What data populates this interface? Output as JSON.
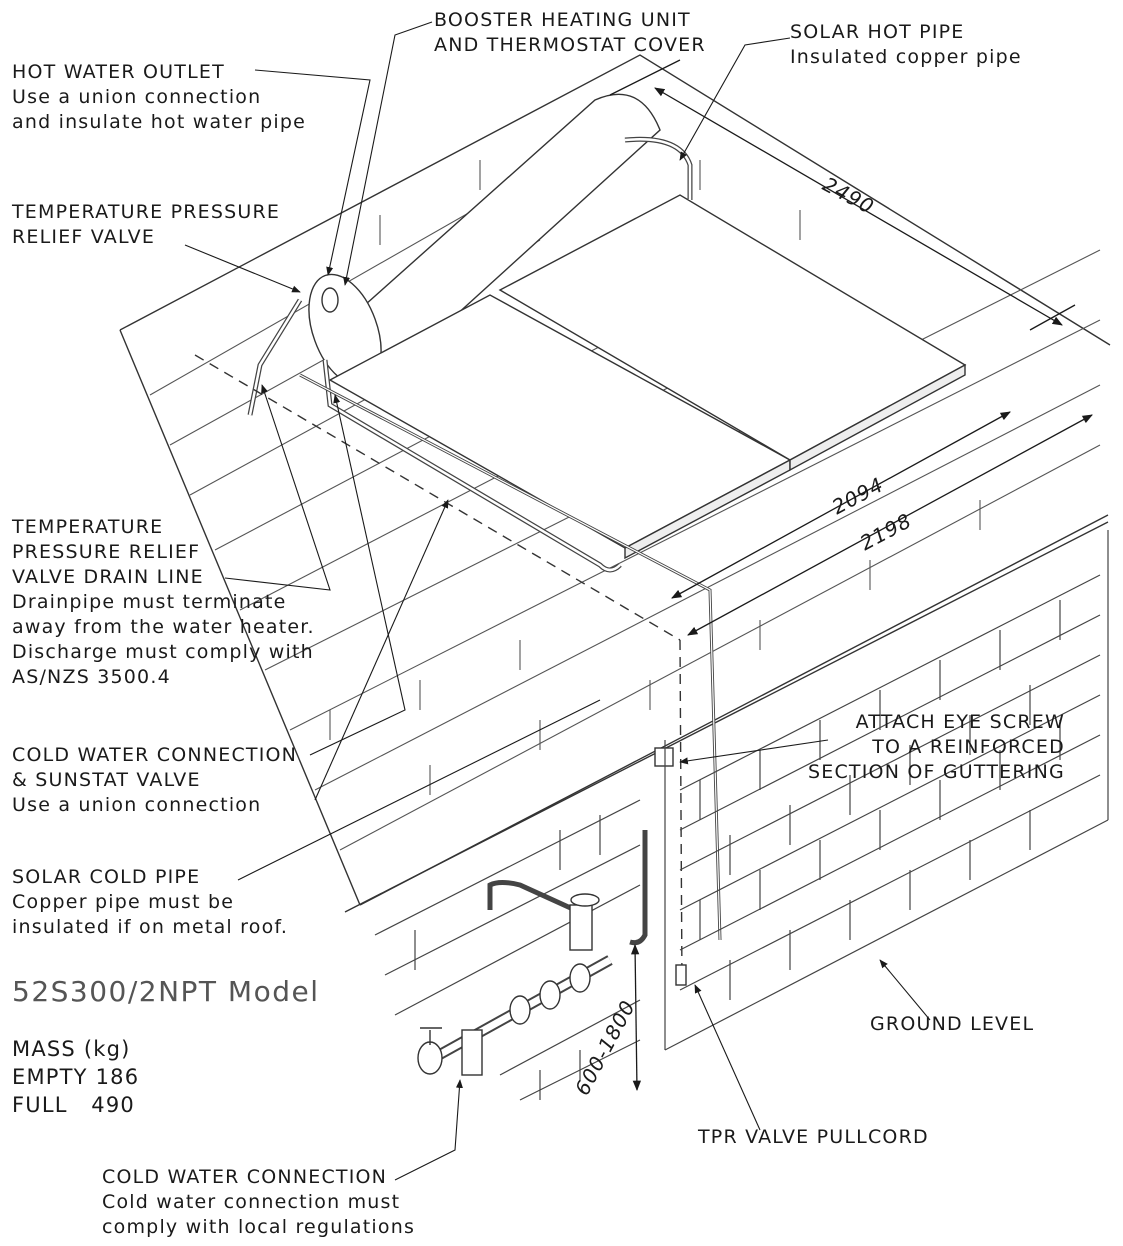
{
  "labels": {
    "booster": [
      "BOOSTER HEATING UNIT",
      "AND THERMOSTAT COVER"
    ],
    "solar_hot_pipe": [
      "SOLAR HOT PIPE",
      "Insulated copper pipe"
    ],
    "hot_water_outlet": [
      "HOT WATER OUTLET",
      "Use a union connection",
      "and insulate hot water pipe"
    ],
    "tpr_valve": [
      "TEMPERATURE PRESSURE",
      "RELIEF VALVE"
    ],
    "tpr_drain": [
      "TEMPERATURE",
      "PRESSURE RELIEF",
      "VALVE DRAIN LINE",
      "Drainpipe must terminate",
      "away from the water heater.",
      "Discharge must comply with",
      "AS/NZS 3500.4"
    ],
    "cold_sunstat": [
      "COLD WATER CONNECTION",
      "& SUNSTAT VALVE",
      "Use a union connection"
    ],
    "solar_cold_pipe": [
      "SOLAR COLD PIPE",
      "Copper pipe must be",
      "insulated if on metal roof."
    ],
    "eye_screw": [
      "ATTACH EYE SCREW",
      "TO A REINFORCED",
      "SECTION OF GUTTERING"
    ],
    "ground_level": "GROUND LEVEL",
    "tpr_pullcord": "TPR VALVE PULLCORD",
    "cold_connection": [
      "COLD WATER CONNECTION",
      "Cold water connection must",
      "comply with local regulations"
    ]
  },
  "model": "52S300/2NPT Model",
  "mass": {
    "heading": "MASS (kg)",
    "empty": "EMPTY 186",
    "full": "FULL   490"
  },
  "dimensions": {
    "length": "2490",
    "width_inner": "2094",
    "width_outer": "2198",
    "height_range": "600-1800"
  }
}
